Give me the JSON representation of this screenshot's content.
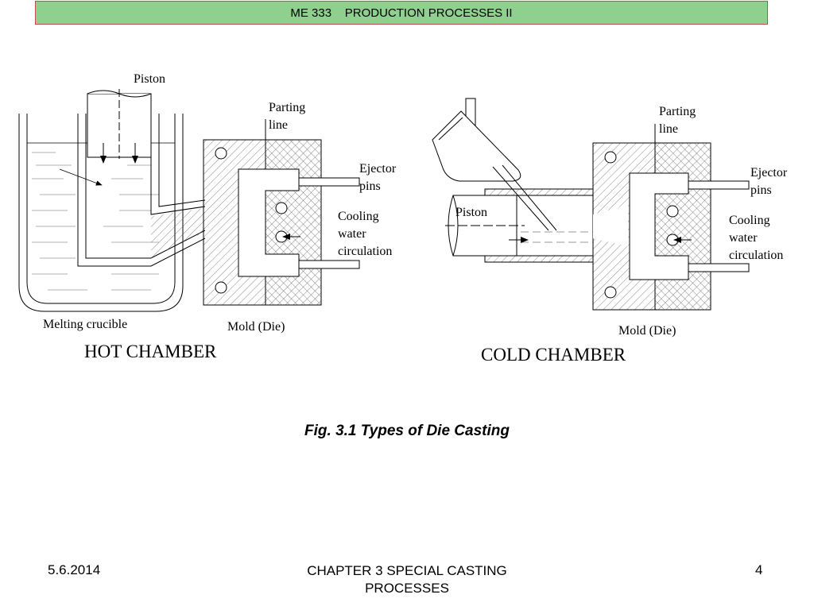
{
  "header": {
    "title": "ME 333    PRODUCTION PROCESSES II"
  },
  "hot_chamber": {
    "title": "HOT CHAMBER",
    "piston": "Piston",
    "parting_line": [
      "Parting",
      "line"
    ],
    "ejector_pins": [
      "Ejector",
      "pins"
    ],
    "cooling": [
      "Cooling",
      "water",
      "circulation"
    ],
    "crucible": "Melting crucible",
    "mold": "Mold (Die)"
  },
  "cold_chamber": {
    "title": "COLD CHAMBER",
    "piston": "Piston",
    "parting_line": [
      "Parting",
      "line"
    ],
    "ejector_pins": [
      "Ejector",
      "pins"
    ],
    "cooling": [
      "Cooling",
      "water",
      "circulation"
    ],
    "mold": "Mold (Die)"
  },
  "caption": "Fig. 3.1 Types of Die Casting",
  "footer": {
    "date": "5.6.2014",
    "chapter": [
      "CHAPTER 3 SPECIAL CASTING",
      "PROCESSES"
    ],
    "page": "4"
  },
  "colors": {
    "header_fill": "#8fd08f",
    "header_border": "#c0504d"
  }
}
